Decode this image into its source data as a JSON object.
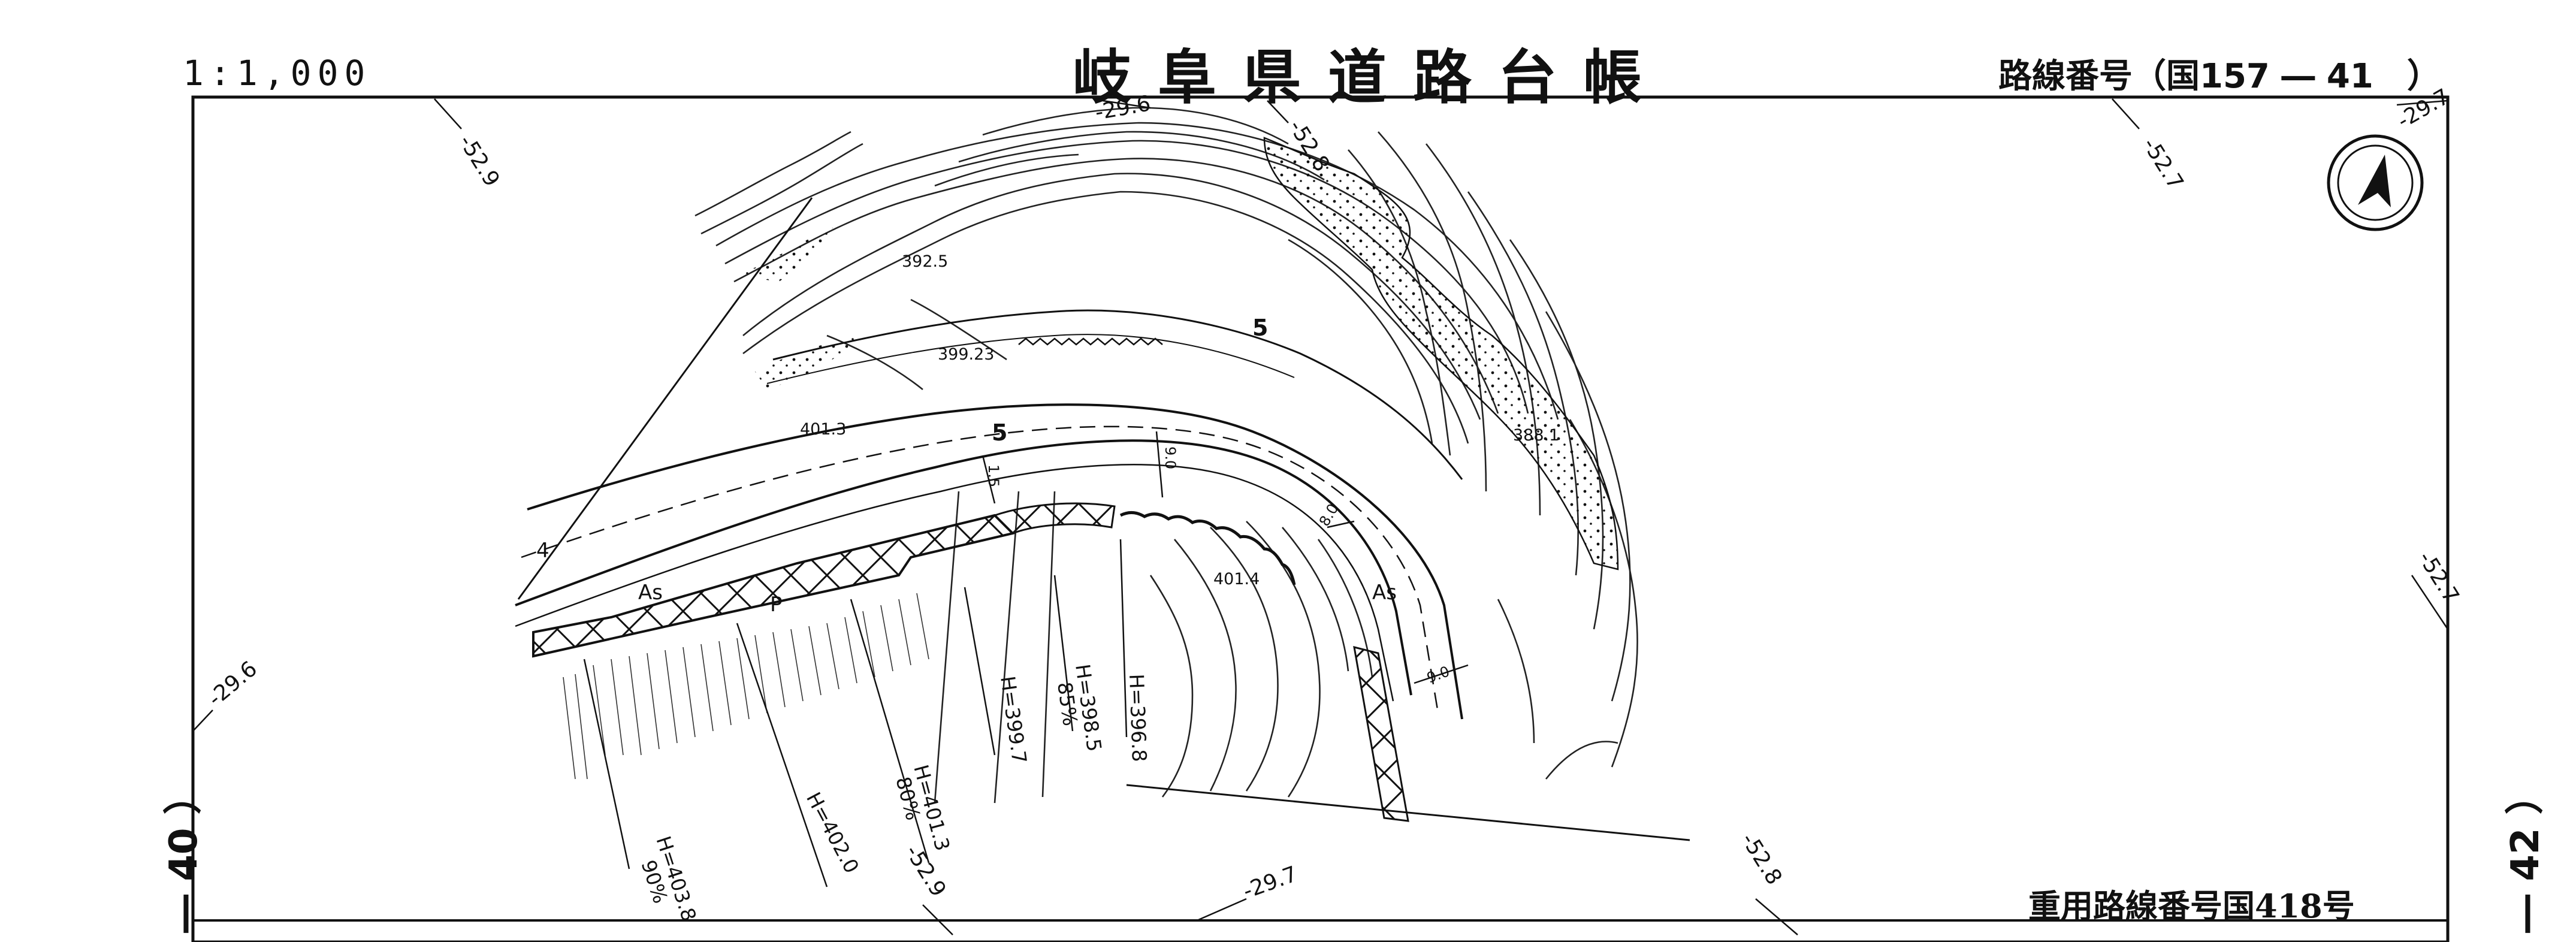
{
  "header": {
    "scale": "1:1,000",
    "title": "岐阜県道路台帳",
    "route_number": "路線番号（国157 ― 41　）"
  },
  "footer": {
    "overlap_route": "重用路線番号国418号"
  },
  "sheet": {
    "left_sheet": "― 40 ）",
    "right_sheet": "― 42 ）"
  },
  "map": {
    "grid_labels": {
      "g1": "-52.9",
      "g2": "-29.6",
      "g3": "-52.8",
      "g4": "-52.7",
      "g5": "-29.7",
      "g6": "-52.7",
      "g7": "-29.6",
      "g8": "-52.9",
      "g9": "-29.7",
      "g10": "-52.8"
    },
    "elevations": {
      "e1": "392.5",
      "e2": "399.23",
      "e3": "401.3",
      "e4": "388.1",
      "e5": "401.4"
    },
    "slope_labels": {
      "s1": "H=403.8",
      "s1b": "90%",
      "s2": "H=402.0",
      "s3": "H=401.3",
      "s3b": "80%",
      "s4": "H=399.7",
      "s5": "H=398.5",
      "s5b": "85%",
      "s6": "H=396.8"
    },
    "road_labels": {
      "as1": "As",
      "as2": "As",
      "p": "P",
      "km5a": "5",
      "km5b": "5",
      "km4": "4"
    },
    "widths": {
      "w1": "9.0",
      "w2": "8.0",
      "w3": "9.0",
      "w4": "1.5"
    },
    "north_arrow": "north-arrow-icon"
  }
}
